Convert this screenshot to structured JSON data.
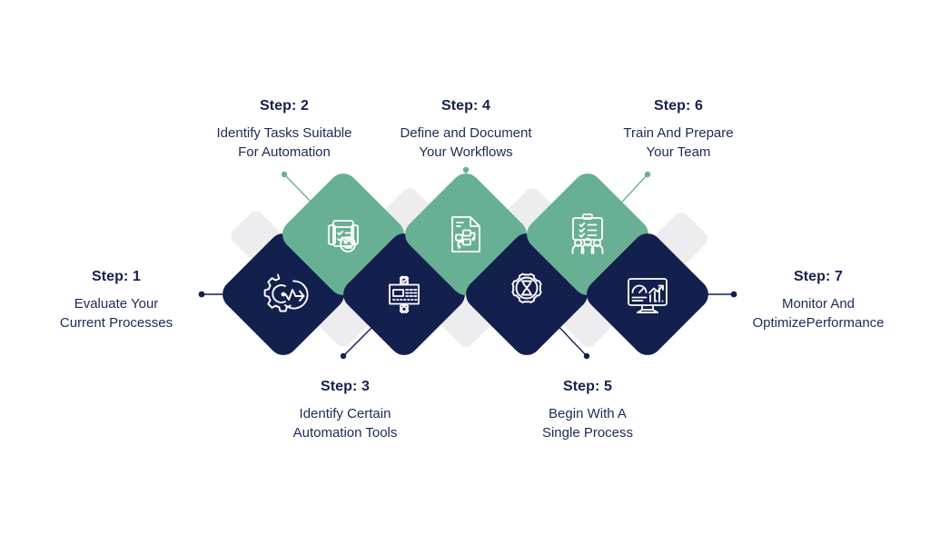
{
  "diagram": {
    "type": "process-flow-infographic",
    "colors": {
      "navy": "#131f4d",
      "green": "#68b093",
      "decorative_gray": "#ededf0",
      "text": "#17214d",
      "background": "#ffffff"
    },
    "steps": [
      {
        "id": 1,
        "title": "Step: 1",
        "description": "Evaluate Your\nCurrent Processes",
        "icon": "gear-analytics-arrow-icon",
        "shape_color": "navy",
        "label_position": "left"
      },
      {
        "id": 2,
        "title": "Step: 2",
        "description": "Identify Tasks Suitable\nFor Automation",
        "icon": "checklist-cards-refresh-icon",
        "shape_color": "green",
        "label_position": "top"
      },
      {
        "id": 3,
        "title": "Step: 3",
        "description": "Identify Certain\nAutomation Tools",
        "icon": "machine-panel-gears-icon",
        "shape_color": "navy",
        "label_position": "bottom"
      },
      {
        "id": 4,
        "title": "Step: 4",
        "description": "Define and Document\nYour Workflows",
        "icon": "document-flowchart-icon",
        "shape_color": "green",
        "label_position": "top"
      },
      {
        "id": 5,
        "title": "Step: 5",
        "description": "Begin With A\nSingle Process",
        "icon": "gear-hourglass-icon",
        "shape_color": "navy",
        "label_position": "bottom"
      },
      {
        "id": 6,
        "title": "Step: 6",
        "description": "Train And Prepare\nYour Team",
        "icon": "training-board-team-icon",
        "shape_color": "green",
        "label_position": "top"
      },
      {
        "id": 7,
        "title": "Step: 7",
        "description": "Monitor And\nOptimizePerformance",
        "icon": "monitor-dashboard-chart-icon",
        "shape_color": "navy",
        "label_position": "right"
      }
    ]
  }
}
